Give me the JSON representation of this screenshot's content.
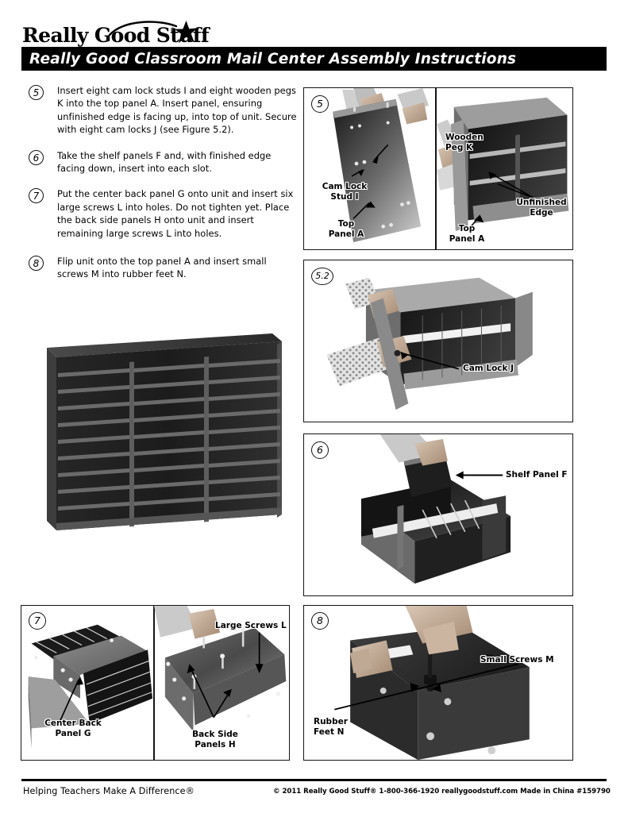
{
  "brand": {
    "logo_text": "Really Good Stuff",
    "logo_tm": "®",
    "star_icon": "star-icon",
    "swoosh_icon": "swoosh-arc-icon"
  },
  "header": {
    "title": "Really Good Classroom Mail Center Assembly Instructions"
  },
  "steps": [
    {
      "number": "5",
      "text": "Insert eight cam lock studs I and eight wooden pegs K into the top panel A. Insert panel, ensuring unfinished edge is facing up, into top of unit. Secure with eight cam locks J (see Figure 5.2)."
    },
    {
      "number": "6",
      "text": "Take the shelf panels F and, with finished edge facing down, insert into each slot."
    },
    {
      "number": "7",
      "text": "Put the center back panel G onto unit and insert six large screws L into holes. Do not tighten yet. Place the back side panels H onto unit and insert remaining large screws L into holes."
    },
    {
      "number": "8",
      "text": "Flip unit onto the top panel A and insert small screws M into rubber feet N."
    }
  ],
  "product_photo": {
    "alt": "assembled classroom mail center with 30 slots",
    "columns": 3,
    "rows": 10
  },
  "figures": [
    {
      "id": "fig-5",
      "badge": "5",
      "callouts": [
        {
          "label": "Wooden\nPeg K"
        },
        {
          "label": "Cam Lock\nStud I"
        },
        {
          "label": "Top\nPanel A"
        },
        {
          "label": "Unfinished\nEdge"
        },
        {
          "label": "Top\nPanel A"
        }
      ]
    },
    {
      "id": "fig-5-2",
      "badge": "5.2",
      "callouts": [
        {
          "label": "Cam Lock J"
        }
      ]
    },
    {
      "id": "fig-6",
      "badge": "6",
      "callouts": [
        {
          "label": "Shelf Panel F"
        }
      ]
    },
    {
      "id": "fig-7",
      "badge": "7",
      "callouts": [
        {
          "label": "Center Back\nPanel G"
        },
        {
          "label": "Large Screws L"
        },
        {
          "label": "Back Side\nPanels H"
        }
      ]
    },
    {
      "id": "fig-8",
      "badge": "8",
      "callouts": [
        {
          "label": "Small Screws M"
        },
        {
          "label": "Rubber\nFeet N"
        }
      ]
    }
  ],
  "footer": {
    "tagline": "Helping Teachers Make A Difference®",
    "copyright": "© 2011 Really Good Stuff®  1-800-366-1920  reallygoodstuff.com  Made in China  #159790"
  }
}
